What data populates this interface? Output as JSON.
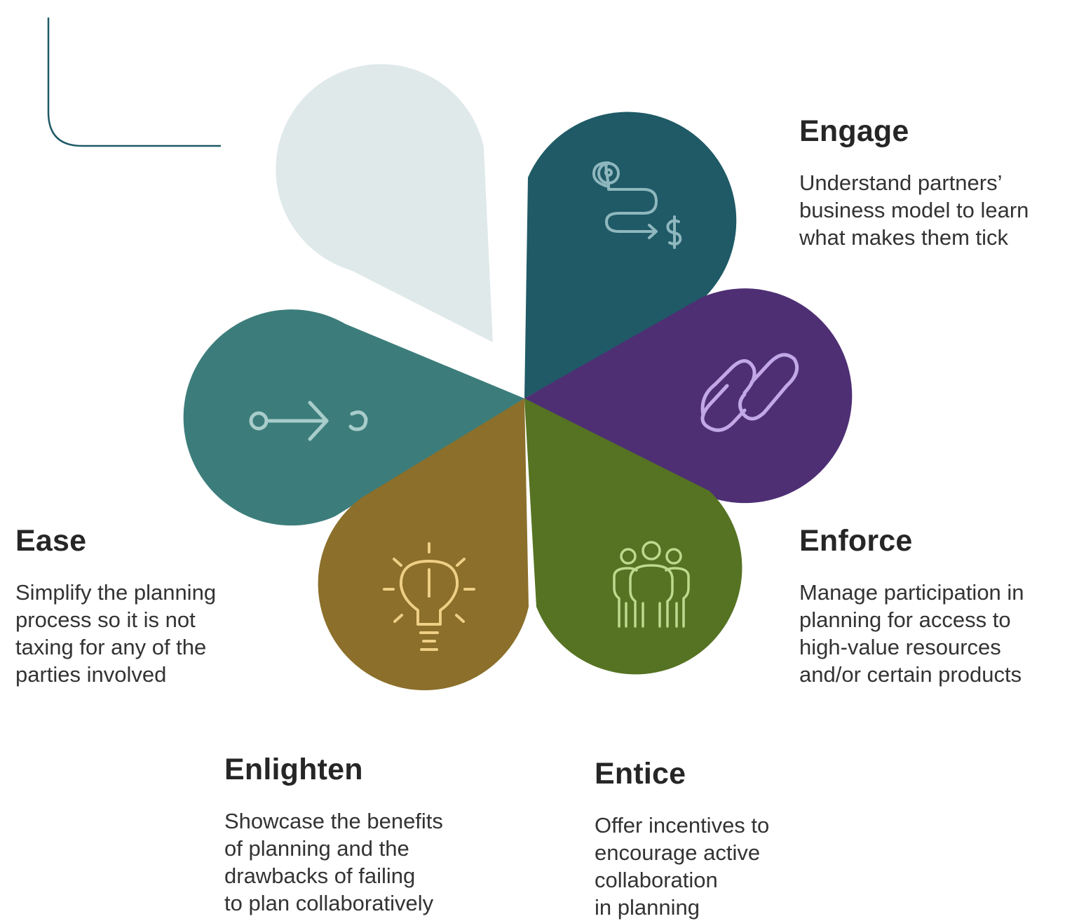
{
  "colors": {
    "engage": "#1f5a66",
    "enforce": "#4e2f74",
    "entice": "#557322",
    "enlighten": "#8b6f2a",
    "ease": "#3c7d7b",
    "blank": "#e0e9ea",
    "frame_line": "#1f5a66",
    "icon_engage": "#8fb7be",
    "icon_enforce": "#c2a8e6",
    "icon_entice": "#bfd98e",
    "icon_enlighten": "#efcf86",
    "icon_ease": "#a8cdca"
  },
  "petals": [
    {
      "id": "engage",
      "icon": "route-to-dollar-icon"
    },
    {
      "id": "enforce",
      "icon": "chain-link-icon"
    },
    {
      "id": "entice",
      "icon": "people-group-icon"
    },
    {
      "id": "enlighten",
      "icon": "lightbulb-icon"
    },
    {
      "id": "ease",
      "icon": "arrow-flow-icon"
    },
    {
      "id": "blank",
      "icon": ""
    }
  ],
  "labels": {
    "engage": {
      "title": "Engage",
      "lines": [
        "Understand partners’",
        "business model to learn",
        "what makes them tick"
      ]
    },
    "enforce": {
      "title": "Enforce",
      "lines": [
        "Manage participation in",
        "planning for access to",
        "high-value resources",
        "and/or certain products"
      ]
    },
    "ease": {
      "title": "Ease",
      "lines": [
        "Simplify the planning",
        "process so it is not",
        "taxing for any of the",
        "parties involved"
      ]
    },
    "enlighten": {
      "title": "Enlighten",
      "lines": [
        "Showcase the benefits",
        "of planning and the",
        "drawbacks of failing",
        "to plan collaboratively"
      ]
    },
    "entice": {
      "title": "Entice",
      "lines": [
        "Offer incentives to",
        "encourage active",
        "collaboration",
        "in planning"
      ]
    }
  }
}
